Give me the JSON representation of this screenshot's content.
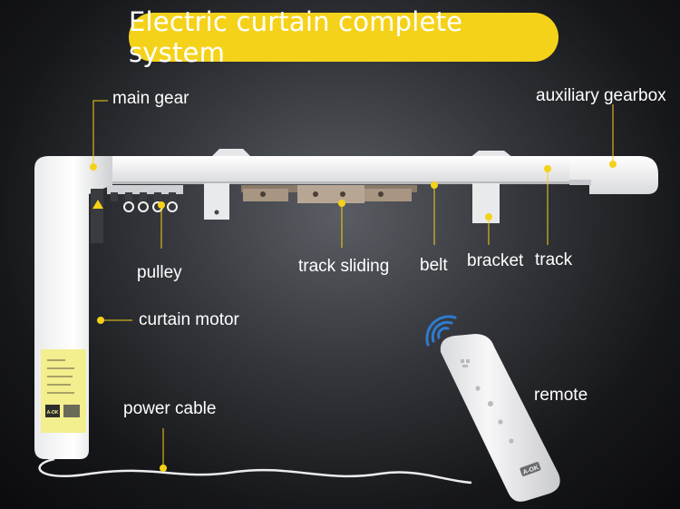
{
  "title": "Electric curtain complete system",
  "labels": {
    "main_gear": "main gear",
    "auxiliary_gearbox": "auxiliary gearbox",
    "pulley": "pulley",
    "track_sliding": "track sliding",
    "belt": "belt",
    "bracket": "bracket",
    "track": "track",
    "curtain_motor": "curtain motor",
    "power_cable": "power cable",
    "remote": "remote"
  },
  "brand_mark": "A-OK",
  "colors": {
    "accent": "#f5d21a",
    "background": "#1a1b1e",
    "product": "#f4f4f4",
    "text": "#ffffff"
  }
}
